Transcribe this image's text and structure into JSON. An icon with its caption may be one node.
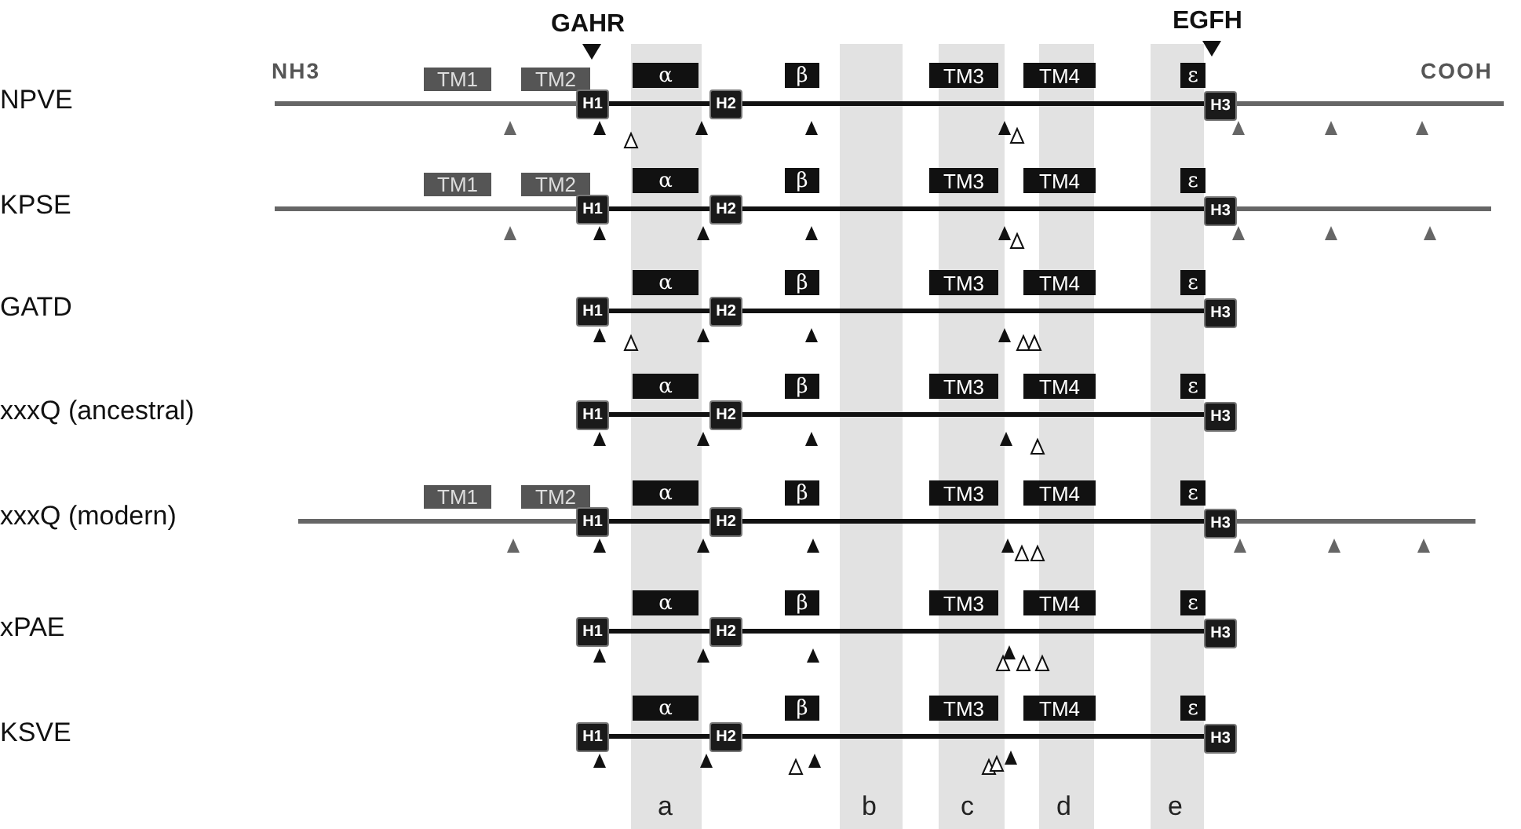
{
  "diagram": {
    "nodes": [
      {
        "text": [
          "TM1"
        ]
      },
      {
        "text": [
          "TM2"
        ]
      },
      {
        "text": [
          "H1"
        ]
      },
      {
        "text": [
          "α"
        ]
      },
      {
        "text": [
          "H2"
        ]
      },
      {
        "text": [
          "β"
        ]
      },
      {
        "text": [
          "TM3"
        ]
      },
      {
        "text": [
          "TM4"
        ]
      },
      {
        "text": [
          "ε"
        ]
      },
      {
        "text": [
          "H3"
        ]
      },
      {
        "text": [
          "TM1"
        ]
      },
      {
        "text": [
          "TM2"
        ]
      },
      {
        "text": [
          "H1"
        ]
      },
      {
        "text": [
          "α"
        ]
      },
      {
        "text": [
          "H2"
        ]
      },
      {
        "text": [
          "β"
        ]
      },
      {
        "text": [
          "TM3"
        ]
      },
      {
        "text": [
          "TM4"
        ]
      },
      {
        "text": [
          "ε"
        ]
      },
      {
        "text": [
          "H3"
        ]
      },
      {
        "text": [
          "H1"
        ]
      },
      {
        "text": [
          "α"
        ]
      },
      {
        "text": [
          "H2"
        ]
      },
      {
        "text": [
          "β"
        ]
      },
      {
        "text": [
          "TM3"
        ]
      },
      {
        "text": [
          "TM4"
        ]
      },
      {
        "text": [
          "ε"
        ]
      },
      {
        "text": [
          "H3"
        ]
      },
      {
        "text": [
          "H1"
        ]
      },
      {
        "text": [
          "α"
        ]
      },
      {
        "text": [
          "H2"
        ]
      },
      {
        "text": [
          "β"
        ]
      },
      {
        "text": [
          "TM3"
        ]
      },
      {
        "text": [
          "TM4"
        ]
      },
      {
        "text": [
          "ε"
        ]
      },
      {
        "text": [
          "H3"
        ]
      },
      {
        "text": [
          "TM1"
        ]
      },
      {
        "text": [
          "TM2"
        ]
      },
      {
        "text": [
          "H1"
        ]
      },
      {
        "text": [
          "α"
        ]
      },
      {
        "text": [
          "H2"
        ]
      },
      {
        "text": [
          "β"
        ]
      },
      {
        "text": [
          "TM3"
        ]
      },
      {
        "text": [
          "TM4"
        ]
      },
      {
        "text": [
          "ε"
        ]
      },
      {
        "text": [
          "H3"
        ]
      },
      {
        "text": [
          "H1"
        ]
      },
      {
        "text": [
          "α"
        ]
      },
      {
        "text": [
          "H2"
        ]
      },
      {
        "text": [
          "β"
        ]
      },
      {
        "text": [
          "TM3"
        ]
      },
      {
        "text": [
          "TM4"
        ]
      },
      {
        "text": [
          "ε"
        ]
      },
      {
        "text": [
          "H3"
        ]
      },
      {
        "text": [
          "H1"
        ]
      },
      {
        "text": [
          "α"
        ]
      },
      {
        "text": [
          "H2"
        ]
      },
      {
        "text": [
          "β"
        ]
      },
      {
        "text": [
          "TM3"
        ]
      },
      {
        "text": [
          "TM4"
        ]
      },
      {
        "text": [
          "ε"
        ]
      },
      {
        "text": [
          "H3"
        ]
      }
    ],
    "edges": [
      {
        "from": 2,
        "to": 4,
        "arrow": "none"
      },
      {
        "from": 4,
        "to": 9,
        "arrow": "none"
      },
      {
        "from": 12,
        "to": 14,
        "arrow": "none"
      },
      {
        "from": 14,
        "to": 19,
        "arrow": "none"
      },
      {
        "from": 20,
        "to": 22,
        "arrow": "none"
      },
      {
        "from": 22,
        "to": 27,
        "arrow": "none"
      },
      {
        "from": 28,
        "to": 30,
        "arrow": "none"
      },
      {
        "from": 30,
        "to": 35,
        "arrow": "none"
      },
      {
        "from": 38,
        "to": 40,
        "arrow": "none"
      },
      {
        "from": 40,
        "to": 45,
        "arrow": "none"
      },
      {
        "from": 46,
        "to": 48,
        "arrow": "none"
      },
      {
        "from": 48,
        "to": 53,
        "arrow": "none"
      },
      {
        "from": 54,
        "to": 56,
        "arrow": "none"
      },
      {
        "from": 56,
        "to": 61,
        "arrow": "none"
      }
    ],
    "labels": [
      "NPVE",
      "KPSE",
      "GATD",
      "xxxQ (ancestral)",
      "xxxQ (modern)",
      "xPAE",
      "KSVE",
      "NH3",
      "COOH",
      "GAHR",
      "EGFH",
      "a",
      "b",
      "c",
      "d",
      "e"
    ]
  }
}
